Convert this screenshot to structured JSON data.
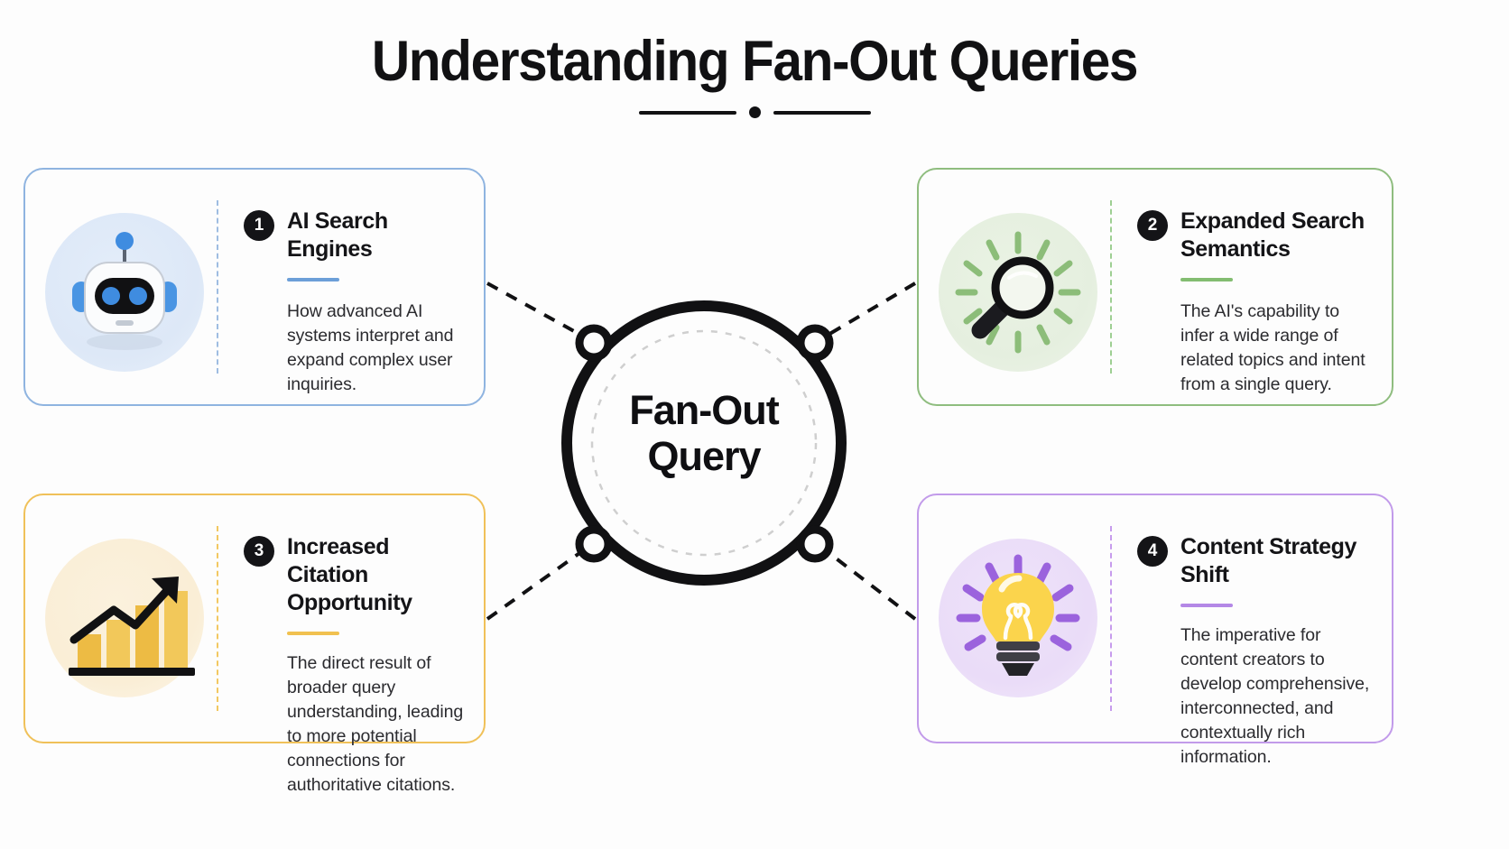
{
  "header": {
    "title": "Understanding Fan-Out Queries",
    "divider_icon": "dot-rule-divider"
  },
  "hub": {
    "label_line1": "Fan-Out",
    "label_line2": "Query",
    "node_count": 4,
    "ring_color": "#111113",
    "inner_dashed_color": "#cfcfcf"
  },
  "cards": [
    {
      "number": "1",
      "title": "AI Search Engines",
      "description": "How advanced AI systems interpret and expand complex user inquiries.",
      "icon": "robot-icon",
      "accent": "#6c9fd8",
      "border": "#8fb4e0",
      "bubble": "#dde8f7"
    },
    {
      "number": "2",
      "title": "Expanded Search Semantics",
      "description": "The AI's capability to infer a wide range of related topics and intent from a single query.",
      "icon": "magnifying-glass-icon",
      "accent": "#83bd71",
      "border": "#8fbd7f",
      "bubble": "#e5efdf"
    },
    {
      "number": "3",
      "title": "Increased Citation Opportunity",
      "description": "The direct result of broader query understanding, leading to more potential connections for authoritative citations.",
      "icon": "bar-chart-growth-icon",
      "accent": "#f1c14f",
      "border": "#f0c159",
      "bubble": "#faeed6"
    },
    {
      "number": "4",
      "title": "Content Strategy Shift",
      "description": "The imperative for content creators to develop comprehensive, interconnected, and contextually rich information.",
      "icon": "lightbulb-icon",
      "accent": "#b488e6",
      "border": "#c29bea",
      "bubble": "#eadcf8"
    }
  ]
}
